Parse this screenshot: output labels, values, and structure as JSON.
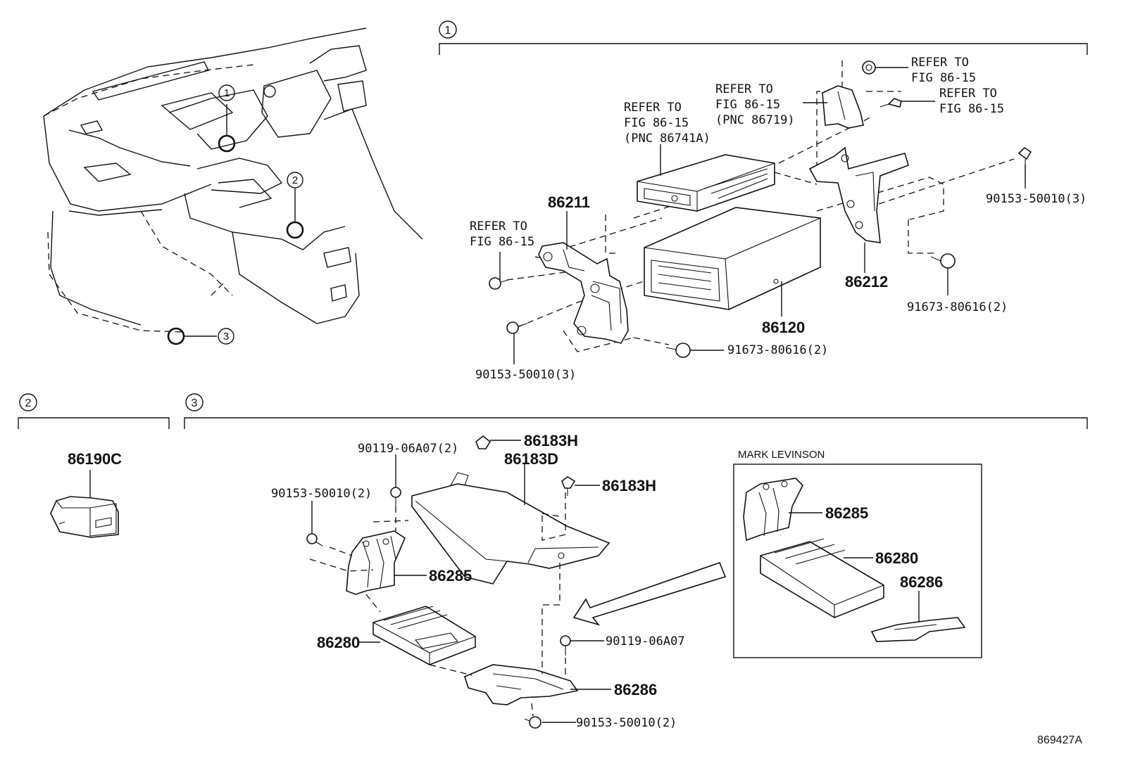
{
  "sections": {
    "s1": "1",
    "s2": "2",
    "s3": "3"
  },
  "callouts": {
    "c1": "1",
    "c2": "2",
    "c3": "3"
  },
  "refer_notes": {
    "r1_line1": "REFER TO",
    "r1_line2": "FIG 86-15",
    "r2_line1": "REFER TO",
    "r2_line2": "FIG 86-15",
    "r2_line3": "(PNC 86741A)",
    "r3_line1": "REFER TO",
    "r3_line2": "FIG 86-15",
    "r3_line3": "(PNC 86719)",
    "r4_line1": "REFER TO",
    "r4_line2": "FIG 86-15",
    "r5_line1": "REFER TO",
    "r5_line2": "FIG 86-15"
  },
  "parts": {
    "p86211": "86211",
    "p86212": "86212",
    "p86120": "86120",
    "p90153_a": "90153-50010(3)",
    "p90153_b": "90153-50010(3)",
    "p91673_a": "91673-80616(2)",
    "p91673_b": "91673-80616(2)",
    "p86190C": "86190C",
    "p90119_2": "90119-06A07(2)",
    "p86183H_a": "86183H",
    "p86183D": "86183D",
    "p86183H_b": "86183H",
    "p90153_2a": "90153-50010(2)",
    "p86285_a": "86285",
    "p86280_a": "86280",
    "p90119": "90119-06A07",
    "p86286_a": "86286",
    "p90153_2b": "90153-50010(2)",
    "p86285_b": "86285",
    "p86280_b": "86280",
    "p86286_b": "86286"
  },
  "mark_levinson": "MARK LEVINSON",
  "figure_id": "869427A"
}
